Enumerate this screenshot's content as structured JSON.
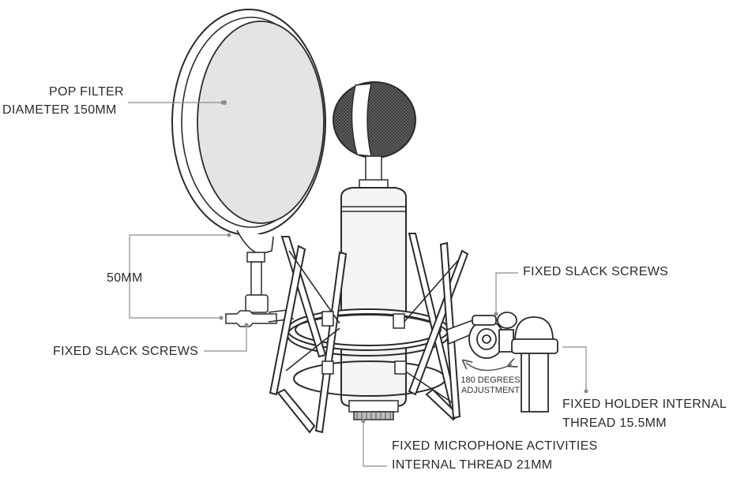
{
  "labels": {
    "pop_filter": {
      "line1": "POP FILTER",
      "line2": "DIAMETER 150MM"
    },
    "height_50mm": "50MM",
    "fixed_slack_screws_left": "FIXED SLACK SCREWS",
    "fixed_slack_screws_right": "FIXED SLACK SCREWS",
    "rotation": {
      "line1": "180 DEGREES",
      "line2": "ADJUSTMENT"
    },
    "holder_thread": {
      "line1": "FIXED HOLDER INTERNAL",
      "line2": "THREAD 15.5MM"
    },
    "mic_thread": {
      "line1": "FIXED MICROPHONE ACTIVITIES",
      "line2": "INTERNAL THREAD 21MM"
    }
  },
  "colors": {
    "ink": "#2b2b2b",
    "leader": "#8c8c8c",
    "filter_mesh": "#e4e4e4",
    "mic_grille": "#4a4a4a",
    "metal_fill": "#f4f4f4"
  },
  "icons": {
    "rotation_arrow": "curved-double-arrow-icon"
  }
}
